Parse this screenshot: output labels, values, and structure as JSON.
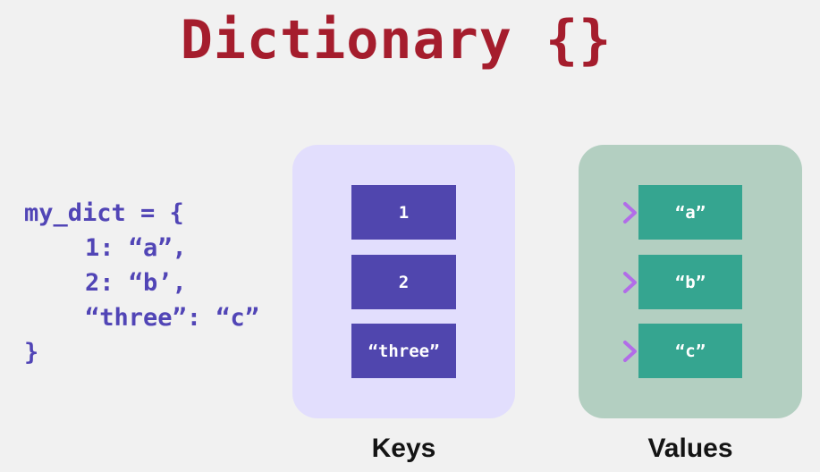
{
  "title": "Dictionary {}",
  "code": {
    "lines": [
      "my_dict = {",
      "1: “a”,",
      "2: “b’,",
      "“three”: “c”",
      "}"
    ]
  },
  "keys": {
    "label": "Keys",
    "items": [
      "1",
      "2",
      "“three”"
    ]
  },
  "values": {
    "label": "Values",
    "items": [
      "“a”",
      "“b”",
      "“c”"
    ]
  },
  "colors": {
    "title": "#a51d2d",
    "code_text": "#5145b6",
    "keys_panel": "#e2defd",
    "values_panel": "#b3cfc1",
    "key_box": "#5046ae",
    "value_box": "#35a590",
    "arrow_start": "#2b4ea8",
    "arrow_end": "#b26ce8"
  }
}
